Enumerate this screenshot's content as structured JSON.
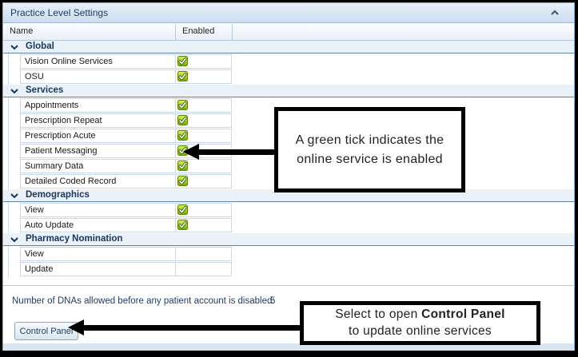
{
  "panel": {
    "title": "Practice Level Settings",
    "collapse_icon": "chevron-up"
  },
  "table": {
    "columns": {
      "name": "Name",
      "enabled": "Enabled"
    },
    "groups": [
      {
        "label": "Global",
        "items": [
          {
            "name": "Vision Online Services",
            "enabled": true
          },
          {
            "name": "OSU",
            "enabled": true
          }
        ]
      },
      {
        "label": "Services",
        "items": [
          {
            "name": "Appointments",
            "enabled": true
          },
          {
            "name": "Prescription Repeat",
            "enabled": true
          },
          {
            "name": "Prescription Acute",
            "enabled": true
          },
          {
            "name": "Patient Messaging",
            "enabled": true
          },
          {
            "name": "Summary Data",
            "enabled": true
          },
          {
            "name": "Detailed Coded Record",
            "enabled": true
          }
        ]
      },
      {
        "label": "Demographics",
        "items": [
          {
            "name": "View",
            "enabled": true
          },
          {
            "name": "Auto Update",
            "enabled": true
          }
        ]
      },
      {
        "label": "Pharmacy Nomination",
        "items": [
          {
            "name": "View",
            "enabled": false
          },
          {
            "name": "Update",
            "enabled": false
          }
        ]
      }
    ]
  },
  "footer": {
    "dna_label": "Number of DNAs allowed before any patient account is disabled:",
    "dna_value": "5",
    "control_panel_button": "Control Panel"
  },
  "annotations": {
    "tick_callout": "A green tick indicates the online service is enabled",
    "control_panel_callout": {
      "prefix": "Select to open ",
      "bold": "Control Panel",
      "suffix": "to update online services"
    }
  },
  "colors": {
    "tick_green_top": "#ddef60",
    "tick_green_bottom": "#6fae00",
    "group_header_bg": "#eaf1f9",
    "titlebar_bg": "#d5e2f1",
    "annotation_border": "#000000",
    "accent_text": "#17375e"
  }
}
